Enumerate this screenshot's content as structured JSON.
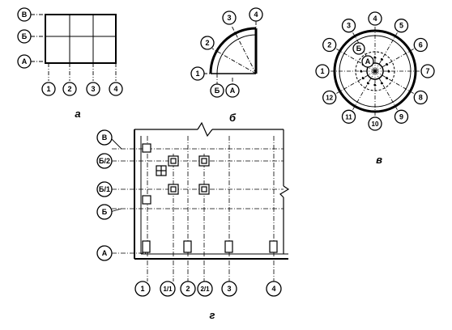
{
  "diagram_a": {
    "caption": "а",
    "row_labels": [
      "В",
      "Б",
      "А"
    ],
    "col_labels": [
      "1",
      "2",
      "3",
      "4"
    ]
  },
  "diagram_b": {
    "caption": "б",
    "radial_labels": [
      "1",
      "2",
      "3",
      "4"
    ],
    "ring_labels": [
      "Б",
      "А"
    ]
  },
  "diagram_c": {
    "caption": "в",
    "radial_labels": [
      "1",
      "2",
      "3",
      "4",
      "5",
      "6",
      "7",
      "8",
      "9",
      "10",
      "11",
      "12"
    ],
    "ring_labels": [
      "Б",
      "А"
    ]
  },
  "diagram_d": {
    "caption": "г",
    "row_labels": [
      "В",
      "Б/2",
      "Б/1",
      "Б",
      "А"
    ],
    "col_labels": [
      "1",
      "1/1",
      "2",
      "2/1",
      "3",
      "4"
    ]
  }
}
